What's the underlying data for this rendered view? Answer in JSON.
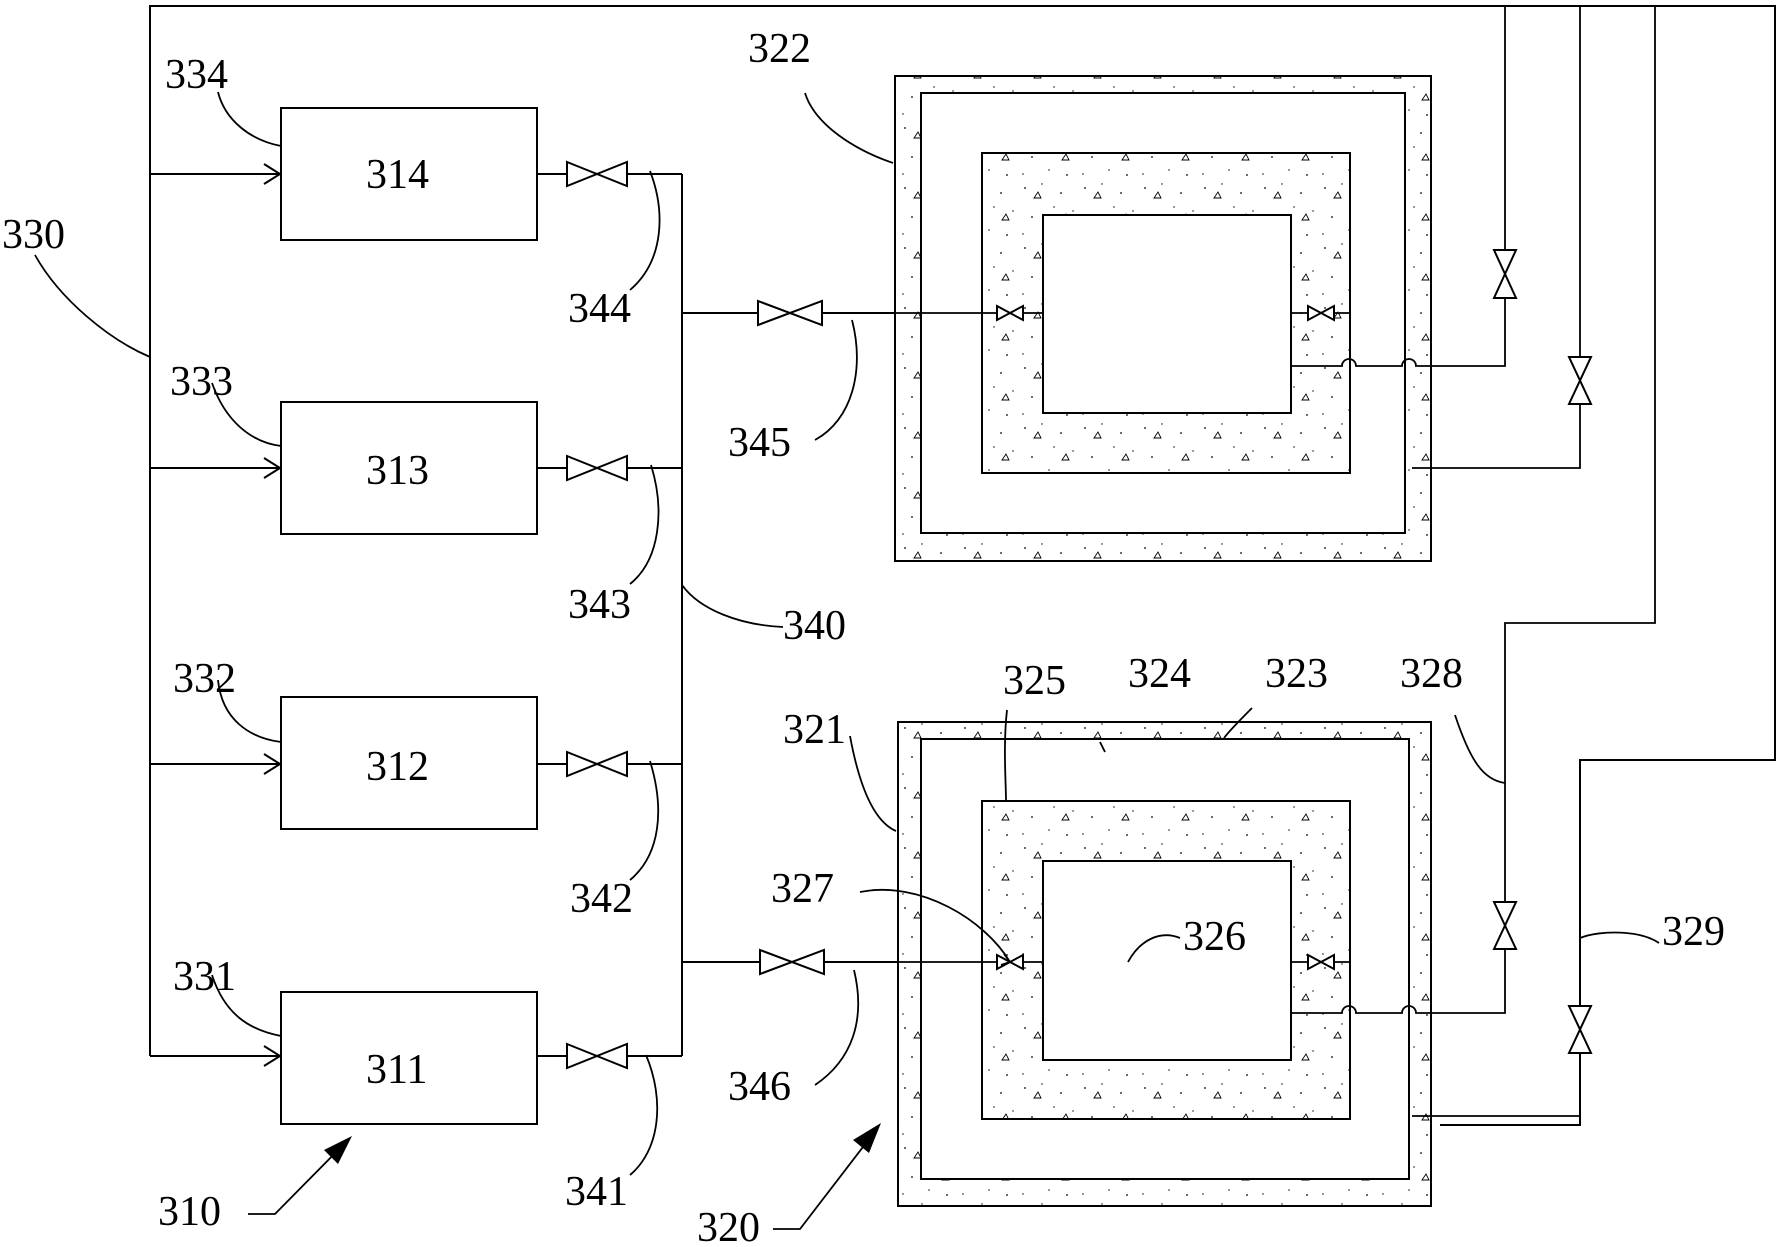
{
  "labels": {
    "n310": "310",
    "n311": "311",
    "n312": "312",
    "n313": "313",
    "n314": "314",
    "n320": "320",
    "n321": "321",
    "n322": "322",
    "n323": "323",
    "n324": "324",
    "n325": "325",
    "n326": "326",
    "n327": "327",
    "n328": "328",
    "n329": "329",
    "n330": "330",
    "n331": "331",
    "n332": "332",
    "n333": "333",
    "n334": "334",
    "n340": "340",
    "n341": "341",
    "n342": "342",
    "n343": "343",
    "n344": "344",
    "n345": "345",
    "n346": "346"
  },
  "colors": {
    "line": "#000000",
    "background": "#ffffff"
  }
}
